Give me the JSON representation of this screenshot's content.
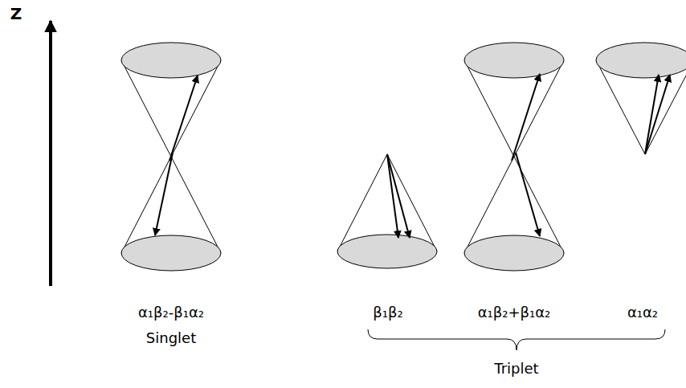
{
  "diagram": {
    "labels": [
      "Z",
      "α₁β₂-β₁α₂",
      "Singlet",
      "β₁β₂",
      "α₁β₂+β₁α₂",
      "α₁α₂",
      "Triplet"
    ]
  }
}
